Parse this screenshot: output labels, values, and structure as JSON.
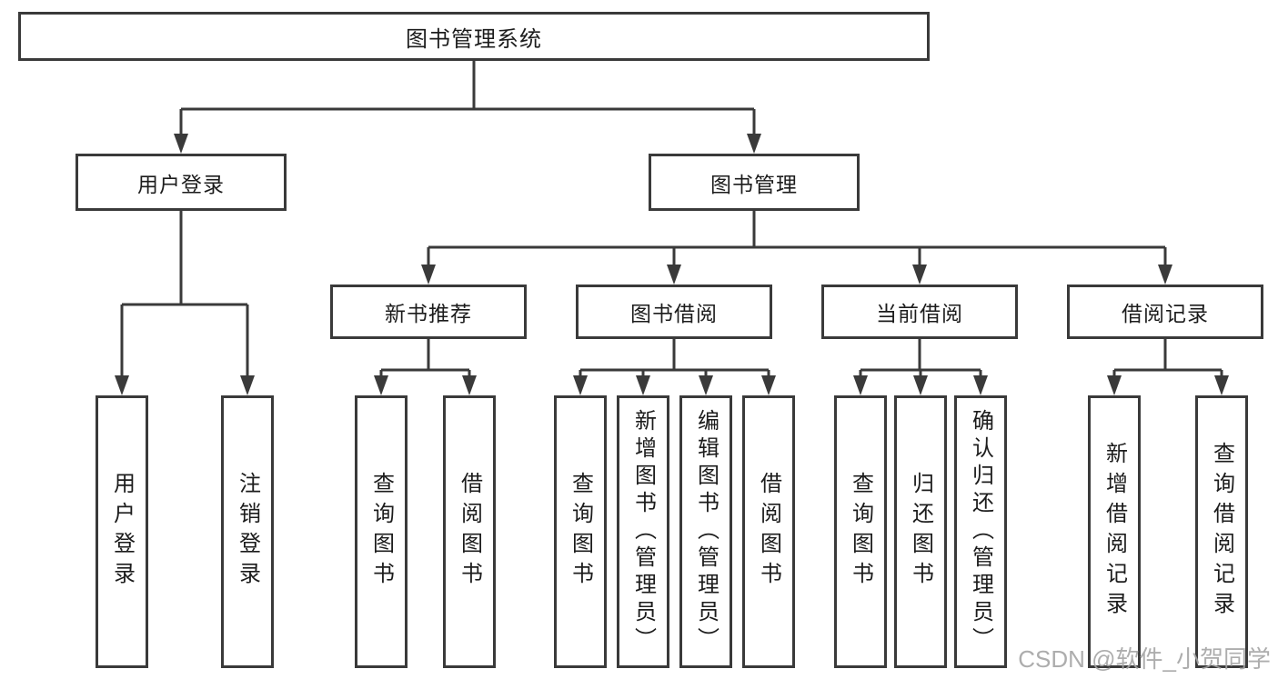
{
  "diagram_title": "图书管理系统",
  "tree": {
    "root": {
      "label": "图书管理系统"
    },
    "level2": [
      {
        "label": "用户登录",
        "children": [
          {
            "label": "用户登录"
          },
          {
            "label": "注销登录"
          }
        ]
      },
      {
        "label": "图书管理",
        "children": [
          {
            "label": "新书推荐",
            "children": [
              {
                "label": "查询图书"
              },
              {
                "label": "借阅图书"
              }
            ]
          },
          {
            "label": "图书借阅",
            "children": [
              {
                "label": "查询图书"
              },
              {
                "label": "新增图书（管理员）"
              },
              {
                "label": "编辑图书（管理员）"
              },
              {
                "label": "借阅图书"
              }
            ]
          },
          {
            "label": "当前借阅",
            "children": [
              {
                "label": "查询图书"
              },
              {
                "label": "归还图书"
              },
              {
                "label": "确认归还（管理员）"
              }
            ]
          },
          {
            "label": "借阅记录",
            "children": [
              {
                "label": "新增借阅记录"
              },
              {
                "label": "查询借阅记录"
              }
            ]
          }
        ]
      }
    ]
  },
  "watermark": "CSDN @软件_小贺同学",
  "colors": {
    "line": "#3a3a3a",
    "border": "#3a3a3a",
    "text": "#1c1c1c",
    "background": "#ffffff",
    "watermark": "#a4a4a4"
  }
}
